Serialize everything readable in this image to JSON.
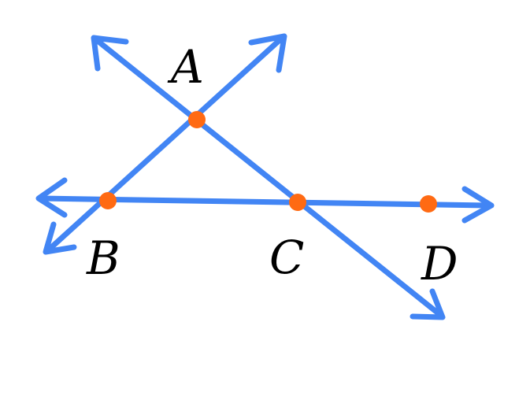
{
  "colors": {
    "line": "#4285F4",
    "point": "#FF6A13",
    "label": "#000000"
  },
  "points": [
    {
      "id": "A",
      "label": "A"
    },
    {
      "id": "B",
      "label": "B"
    },
    {
      "id": "C",
      "label": "C"
    },
    {
      "id": "D",
      "label": "D"
    }
  ],
  "lines": [
    {
      "id": "line-AB",
      "through": [
        "A",
        "B"
      ],
      "arrows": "both"
    },
    {
      "id": "line-AC",
      "through": [
        "A",
        "C"
      ],
      "arrows": "both"
    },
    {
      "id": "line-BD",
      "through": [
        "B",
        "C",
        "D"
      ],
      "arrows": "both"
    }
  ]
}
